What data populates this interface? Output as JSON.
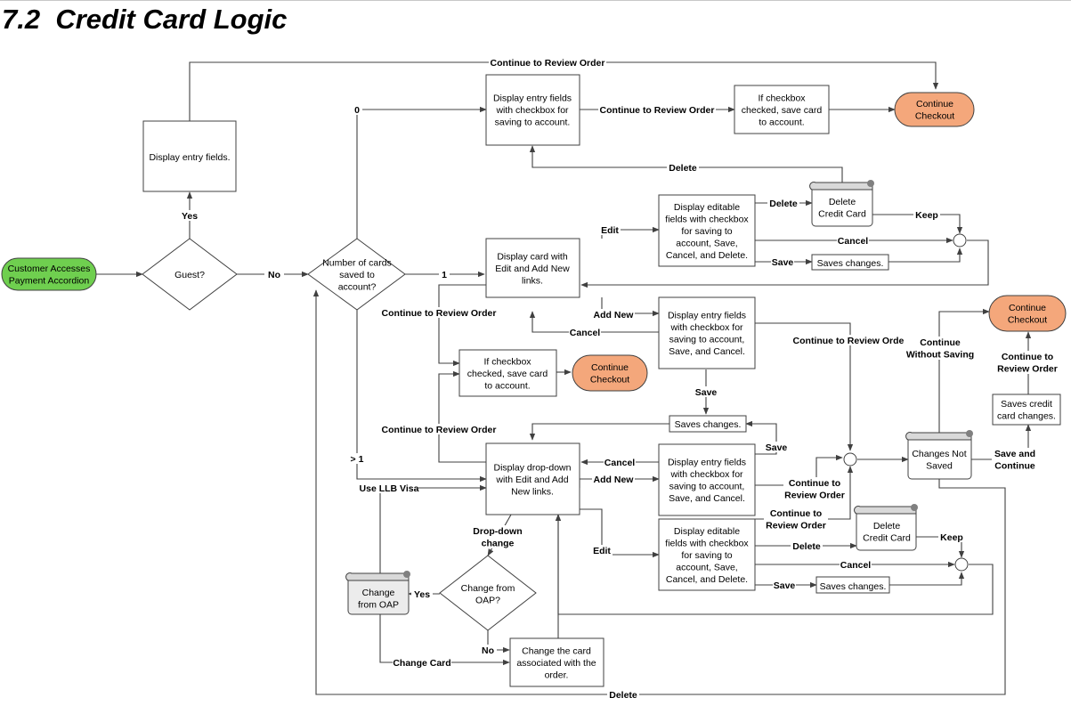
{
  "title": "7.2  Credit Card Logic",
  "colors": {
    "terminal_green": "#6fcf4f",
    "terminal_orange": "#f4a77b",
    "tab_gray": "#d9d9d9",
    "line": "#404040"
  },
  "nodes": {
    "customer_accesses": "Customer Accesses|Payment Accordion",
    "guest": "Guest?",
    "display_entry_fields": "Display entry fields.",
    "cards_saved": "Number of cards|saved to|account?",
    "zero_display": "Display entry fields|with checkbox for|saving to account.",
    "zero_save": "If checkbox|checked, save card|to account.",
    "continue_checkout_1": "Continue|Checkout",
    "delete_cc_1": "Delete|Credit Card",
    "edit_fields_1": "Display editable|fields with checkbox|for saving to|account, Save,|Cancel, and Delete.",
    "saves_changes_1": "Saves changes.",
    "one_display": "Display card with|Edit and Add New|links.",
    "add_entry_1": "Display entry fields|with checkbox for|saving to account,|Save, and Cancel.",
    "one_save": "If checkbox|checked, save card|to account.",
    "continue_checkout_2": "Continue|Checkout",
    "saves_changes_2": "Saves changes.",
    "multi_display": "Display drop-down|with Edit and Add|New links.",
    "add_entry_2": "Display entry fields|with checkbox for|saving to account,|Save, and Cancel.",
    "edit_fields_2": "Display editable|fields with checkbox|for saving to|account, Save,|Cancel, and Delete.",
    "delete_cc_2": "Delete|Credit Card",
    "saves_changes_3": "Saves changes.",
    "changes_not_saved": "Changes Not|Saved",
    "saves_credit_card": "Saves credit|card changes.",
    "continue_checkout_3": "Continue|Checkout",
    "change_from_oap_q": "Change from|OAP?",
    "change_from_oap": "Change|from OAP",
    "change_card": "Change the card|associated with the|order."
  },
  "labels": {
    "continue_review_top": "Continue to Review Order",
    "yes": "Yes",
    "no": "No",
    "zero": "0",
    "one": "1",
    "gt_one": "> 1",
    "continue_review_1": "Continue to Review Order",
    "delete_1": "Delete",
    "edit_1": "Edit",
    "delete_2": "Delete",
    "keep_1": "Keep",
    "cancel_1": "Cancel",
    "save_1": "Save",
    "continue_review_2": "Continue to Review Order",
    "add_new_1": "Add New",
    "cancel_2": "Cancel",
    "continue_review_3": "Continue to Review Order",
    "save_2": "Save",
    "continue_review_4": "Continue to Review Order",
    "save_3": "Save",
    "cancel_3": "Cancel",
    "add_new_2": "Add New",
    "continue_review_5": "Continue to|Review Order",
    "continue_review_6": "Continue to|Review Order",
    "use_llb_visa": "Use LLB Visa",
    "dropdown_change": "Drop-down|change",
    "edit_2": "Edit",
    "delete_3": "Delete",
    "keep_2": "Keep",
    "cancel_4": "Cancel",
    "save_4": "Save",
    "continue_without_saving": "Continue|Without Saving",
    "continue_review_7": "Continue to|Review Order",
    "save_and_continue": "Save and|Continue",
    "yes_2": "Yes",
    "no_2": "No",
    "change_card": "Change Card",
    "delete_bottom": "Delete"
  }
}
